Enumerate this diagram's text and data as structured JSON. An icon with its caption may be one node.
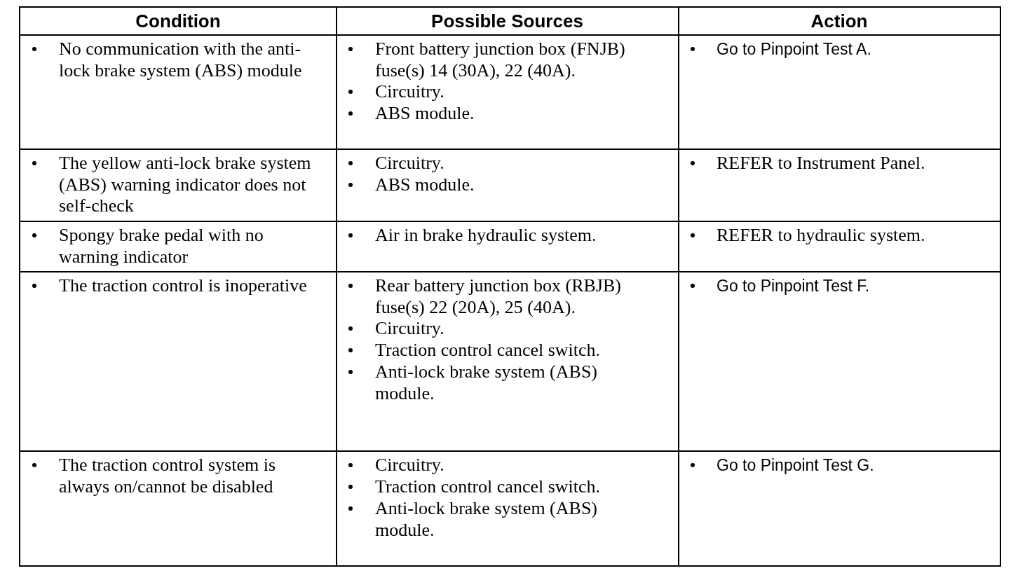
{
  "diagram": {
    "labels": [
      "Condition",
      "Possible Sources",
      "Action",
      "No communication with the anti-lock brake system (ABS) module",
      "Front battery junction box (FNJB) fuse(s) 14 (30A), 22 (40A).",
      "Circuitry.",
      "ABS module.",
      "Go to Pinpoint Test A.",
      "The yellow anti-lock brake system (ABS) warning indicator does not self-check",
      "Circuitry.",
      "ABS module.",
      "REFER to Instrument Panel.",
      "Spongy brake pedal with no warning indicator",
      "Air in brake hydraulic system.",
      "REFER to hydraulic system.",
      "The traction control is inoperative",
      "Rear battery junction box (RBJB) fuse(s) 22 (20A), 25 (40A).",
      "Circuitry.",
      "Traction control cancel switch.",
      "Anti-lock brake system (ABS) module.",
      "Go to Pinpoint Test F.",
      "The traction control system is always on/cannot be disabled",
      "Circuitry.",
      "Traction control cancel switch.",
      "Anti-lock brake system (ABS) module.",
      "Go to Pinpoint Test G."
    ]
  }
}
